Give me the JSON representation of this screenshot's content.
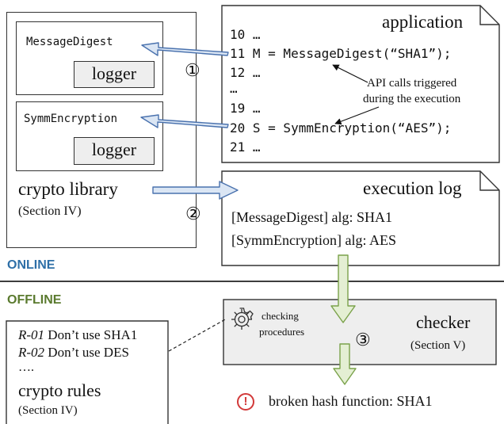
{
  "library": {
    "message_digest": "MessageDigest",
    "symm_encryption": "SymmEncryption",
    "logger_1": "logger",
    "logger_2": "logger",
    "title": "crypto library",
    "section": "(Section IV)"
  },
  "application": {
    "title": "application",
    "lines": [
      "10 …",
      "11 M = MessageDigest(“SHA1”);",
      "12 …",
      "…",
      "19 …",
      "20 S = SymmEncryption(“AES”);",
      "21 …"
    ],
    "annotation_1": "API calls triggered",
    "annotation_2": "during the execution"
  },
  "log": {
    "title": "execution log",
    "entry_1": "[MessageDigest] alg: SHA1",
    "entry_2": "[SymmEncryption] alg: AES"
  },
  "steps": {
    "step_1": "①",
    "step_2": "②",
    "step_3": "③"
  },
  "phases": {
    "online": "ONLINE",
    "offline": "OFFLINE",
    "online_color": "#2e6fa7",
    "offline_color": "#5a7a2e"
  },
  "rules": {
    "r1_id": "R-01",
    "r1_text": " Don’t use SHA1",
    "r2_id": "R-02",
    "r2_text": " Don’t use DES",
    "ellipsis": "….",
    "title": "crypto rules",
    "section": "(Section IV)"
  },
  "checker": {
    "procedures_1": "checking",
    "procedures_2": "procedures",
    "title": "checker",
    "section": "(Section V)"
  },
  "result": {
    "alert_icon": "!",
    "text": "broken hash function: SHA1",
    "alert_color": "#d23a3a"
  },
  "icons": {
    "procedures": "gear-icon",
    "result": "alert-circle-icon"
  },
  "colors": {
    "blue_arrow_fill": "#dbe6f4",
    "blue_arrow_stroke": "#4a72ae",
    "green_arrow_fill": "#e4efd3",
    "green_arrow_stroke": "#7aa24a",
    "checker_fill": "#eeeeee"
  }
}
